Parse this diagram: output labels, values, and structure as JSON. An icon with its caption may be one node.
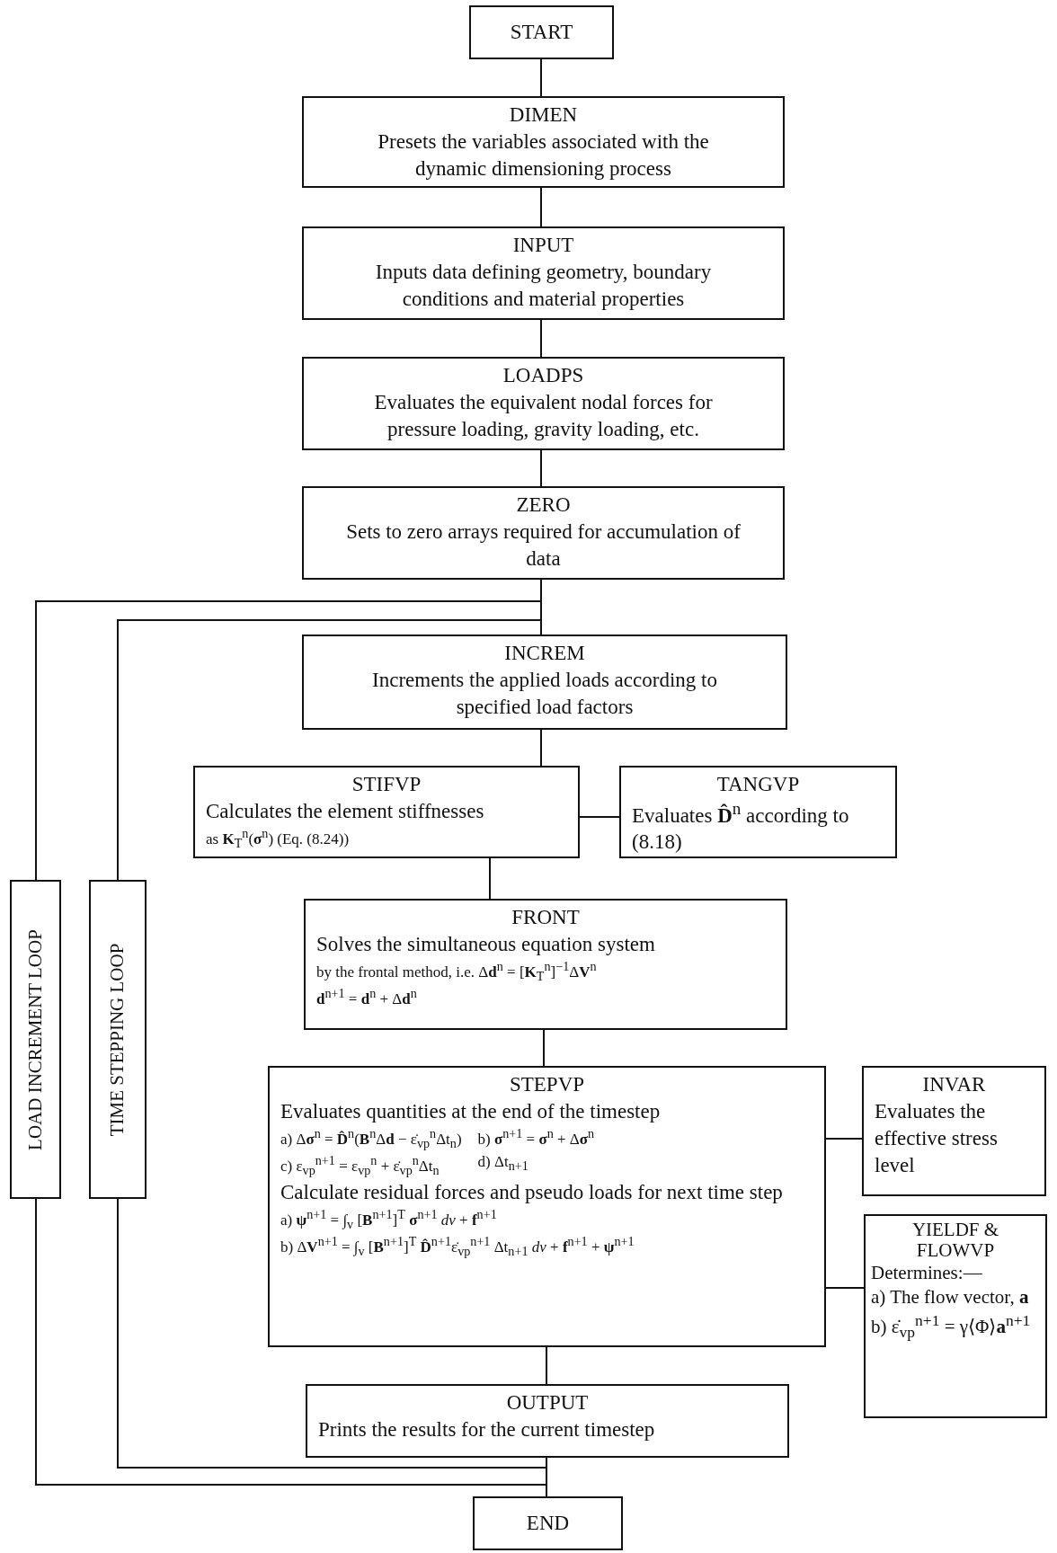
{
  "diagram": {
    "nodes": [
      {
        "text": [
          "START"
        ]
      },
      {
        "text": [
          "DIMEN",
          "Presets the variables associated with the dynamic dimensioning process"
        ]
      },
      {
        "text": [
          "INPUT",
          "Inputs data defining geometry, boundary conditions and material properties"
        ]
      },
      {
        "text": [
          "LOADPS",
          "Evaluates the equivalent nodal forces for pressure loading, gravity loading, etc."
        ]
      },
      {
        "text": [
          "ZERO",
          "Sets to zero arrays required for accumulation of data"
        ]
      },
      {
        "text": [
          "INCREM",
          "Increments the applied loads according to specified load factors"
        ]
      },
      {
        "text": [
          "STIFVP",
          "Calculates the element stiffnesses",
          "as **K**$_{T}$$^{n}$(**σ**$^{n}$) (Eq. (8.24))"
        ]
      },
      {
        "text": [
          "TANGVP",
          "Evaluates **D̂**$^{n}$ according to (8.18)"
        ]
      },
      {
        "text": [
          "FRONT",
          "Solves the simultaneous equation system",
          "by the frontal method, i.e. Δ**d**$^{n}$ = [**K**$_{T}$$^{n}$]$^{−1}$Δ**V**$^{n}$",
          "**d**$^{n+1}$ = **d**$^{n}$ + Δ**d**$^{n}$"
        ]
      },
      {
        "text": [
          "STEPVP",
          "Evaluates quantities at the end of the timestep",
          "a) Δ**σ**$^{n}$ = **D̂**$^{n}$(**B**$^{n}$Δ**d** − ε̇$_{vp}$$^{n}$Δt$_{n}$)",
          "b) **σ**$^{n+1}$ = **σ**$^{n}$ + Δ**σ**$^{n}$",
          "c) ε$_{vp}$$^{n+1}$ = ε$_{vp}$$^{n}$ + ε̇$_{vp}$$^{n}$Δt$_{n}$",
          "d) Δt$_{n+1}$",
          "Calculate residual forces and pseudo loads for next time step",
          "a) **ψ**$^{n+1}$ = ∫$_{v}$ [**B**$^{n+1}$]$^{T}$ **σ**$^{n+1}$ *dv* + **f**$^{n+1}$",
          "b) Δ**V**$^{n+1}$ = ∫$_{v}$ [**B**$^{n+1}$]$^{T}$ **D̂**$^{n+1}$ε̇$_{vp}$$^{n+1}$ Δt$_{n+1}$ *dv* + **f**$^{n+1}$ + **ψ**$^{n+1}$"
        ]
      },
      {
        "text": [
          "INVAR",
          "Evaluates the effective stress level"
        ]
      },
      {
        "text": [
          "YIELDF & FLOWVP",
          "Determines:—",
          "a) The flow vector, **a**",
          "b) ε̇$_{vp}$$^{n+1}$ = γ⟨Φ⟩**a**$^{n+1}$"
        ]
      },
      {
        "text": [
          "OUTPUT",
          "Prints the results for the current timestep"
        ]
      },
      {
        "text": [
          "END"
        ]
      },
      {
        "text": [
          "LOAD INCREMENT LOOP"
        ]
      },
      {
        "text": [
          "TIME STEPPING LOOP"
        ]
      }
    ],
    "edges": [
      {
        "from": 0,
        "to": 1,
        "arrow": "none"
      },
      {
        "from": 1,
        "to": 2,
        "arrow": "none"
      },
      {
        "from": 2,
        "to": 3,
        "arrow": "none"
      },
      {
        "from": 3,
        "to": 4,
        "arrow": "none"
      },
      {
        "from": 4,
        "to": 5,
        "arrow": "none"
      },
      {
        "from": 5,
        "to": 6,
        "arrow": "none"
      },
      {
        "from": 6,
        "to": 7,
        "arrow": "none"
      },
      {
        "from": 6,
        "to": 8,
        "arrow": "none"
      },
      {
        "from": 8,
        "to": 9,
        "arrow": "none"
      },
      {
        "from": 9,
        "to": 10,
        "arrow": "none"
      },
      {
        "from": 9,
        "to": 11,
        "arrow": "none"
      },
      {
        "from": 9,
        "to": 12,
        "arrow": "none"
      },
      {
        "from": 12,
        "to": 13,
        "arrow": "none"
      },
      {
        "from": 12,
        "to": 14,
        "arrow": "none"
      },
      {
        "from": 14,
        "to": 5,
        "arrow": "none"
      },
      {
        "from": 12,
        "to": 15,
        "arrow": "none"
      },
      {
        "from": 15,
        "to": 5,
        "arrow": "none"
      }
    ]
  }
}
